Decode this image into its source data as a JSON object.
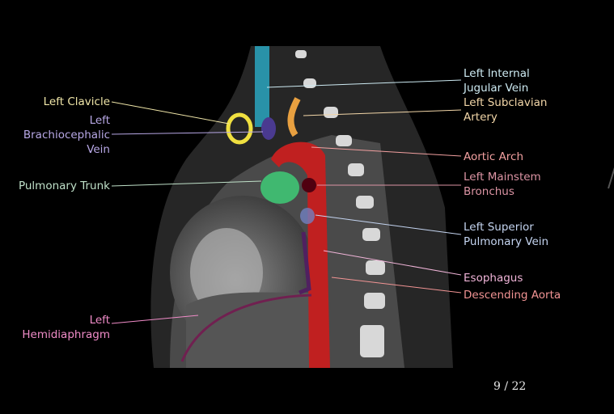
{
  "labels_left": [
    {
      "id": "left-clavicle",
      "lines": [
        "Left Clavicle"
      ],
      "color": "#f0e6a8"
    },
    {
      "id": "left-brachiocephalic-vein",
      "lines": [
        "Left",
        "Brachiocephalic",
        "Vein"
      ],
      "color": "#b8a8e6"
    },
    {
      "id": "pulmonary-trunk",
      "lines": [
        "Pulmonary Trunk"
      ],
      "color": "#bfe0c8"
    },
    {
      "id": "left-hemidiaphragm",
      "lines": [
        "Left",
        "Hemidiaphragm"
      ],
      "color": "#f08cc8"
    }
  ],
  "labels_right": [
    {
      "id": "left-internal-jugular-vein",
      "lines": [
        "Left Internal",
        "Jugular Vein"
      ],
      "color": "#cdeaf2"
    },
    {
      "id": "left-subclavian-artery",
      "lines": [
        "Left Subclavian",
        "Artery"
      ],
      "color": "#f2d6a8"
    },
    {
      "id": "aortic-arch",
      "lines": [
        "Aortic Arch"
      ],
      "color": "#f2a0a0"
    },
    {
      "id": "left-mainstem-bronchus",
      "lines": [
        "Left Mainstem",
        "Bronchus"
      ],
      "color": "#dc94a4"
    },
    {
      "id": "left-superior-pulmonary-vein",
      "lines": [
        "Left Superior",
        "Pulmonary Vein"
      ],
      "color": "#c4d4f0"
    },
    {
      "id": "esophagus",
      "lines": [
        "Esophagus"
      ],
      "color": "#f0b4d8"
    },
    {
      "id": "descending-aorta",
      "lines": [
        "Descending Aorta"
      ],
      "color": "#f29494"
    }
  ],
  "counter": "9 / 22"
}
